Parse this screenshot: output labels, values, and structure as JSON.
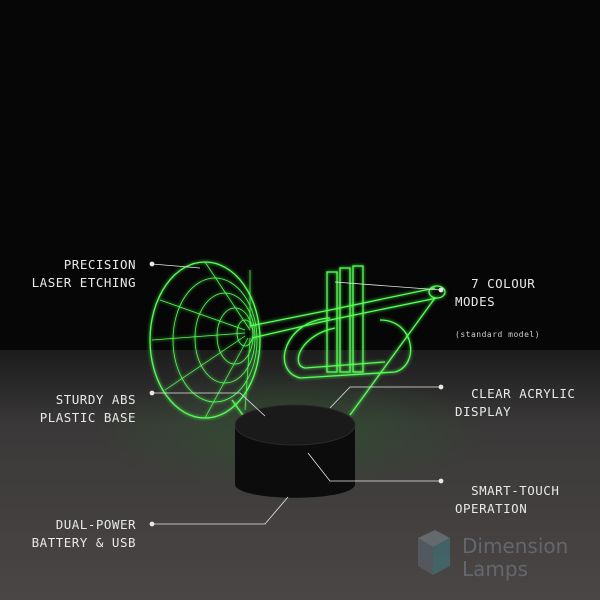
{
  "callouts": {
    "precision": {
      "line1": "PRECISION",
      "line2": "LASER ETCHING"
    },
    "colour_modes": {
      "line1": "7 COLOUR",
      "line2": "MODES",
      "note": "(standard model)"
    },
    "base": {
      "line1": "STURDY ABS",
      "line2": "PLASTIC BASE"
    },
    "acrylic": {
      "line1": "CLEAR ACRYLIC",
      "line2": "DISPLAY"
    },
    "touch": {
      "line1": "SMART-TOUCH",
      "line2": "OPERATION"
    },
    "power": {
      "line1": "DUAL-POWER",
      "line2": "BATTERY & USB"
    }
  },
  "logo": {
    "text": "Dimension Lamps"
  },
  "colors": {
    "glow": "#4dff4d",
    "background": "#050505",
    "surface": "#3a3a3a",
    "text": "#e8e8e8"
  }
}
